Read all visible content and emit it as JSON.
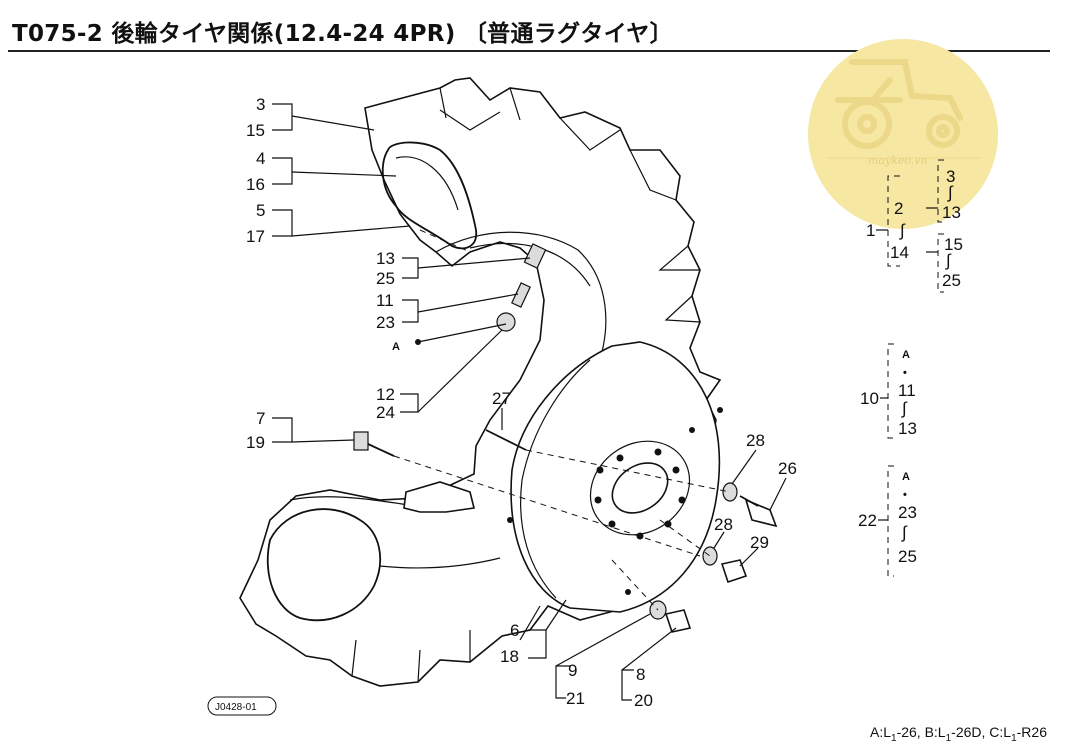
{
  "title": "T075-2 後輪タイヤ関係(12.4-24 4PR) 〔普通ラグタイヤ〕",
  "watermark": {
    "text": "maykeo.vn",
    "color": "#f6e7a3"
  },
  "stamp": "J0428-01",
  "footer_note": {
    "parts": [
      {
        "text": "A:L"
      },
      {
        "sub": "1"
      },
      {
        "text": "-26,  B:L"
      },
      {
        "sub": "1"
      },
      {
        "text": "-26D,  C:L"
      },
      {
        "sub": "1"
      },
      {
        "text": "-R26"
      }
    ]
  },
  "callouts": {
    "c3": "3",
    "c15": "15",
    "c4": "4",
    "c16": "16",
    "c5": "5",
    "c17": "17",
    "c13": "13",
    "c25": "25",
    "c11": "11",
    "c23": "23",
    "cA": "A",
    "c12": "12",
    "c24": "24",
    "c7": "7",
    "c19": "19",
    "c27": "27",
    "c28a": "28",
    "c26": "26",
    "c28b": "28",
    "c29": "29",
    "c6": "6",
    "c18": "18",
    "c9": "9",
    "c21": "21",
    "c8": "8",
    "c20": "20"
  },
  "legend": {
    "g1": {
      "top": "2",
      "bottom": "14",
      "main": "1"
    },
    "g2": {
      "top": "3",
      "bottom": "13"
    },
    "g3": {
      "top": "15",
      "bottom": "25"
    },
    "g10": {
      "main": "10",
      "a": "A",
      "dot": "•",
      "mid": "11",
      "bottom": "13"
    },
    "g22": {
      "main": "22",
      "a": "A",
      "dot": "•",
      "mid": "23",
      "bottom": "25"
    }
  }
}
